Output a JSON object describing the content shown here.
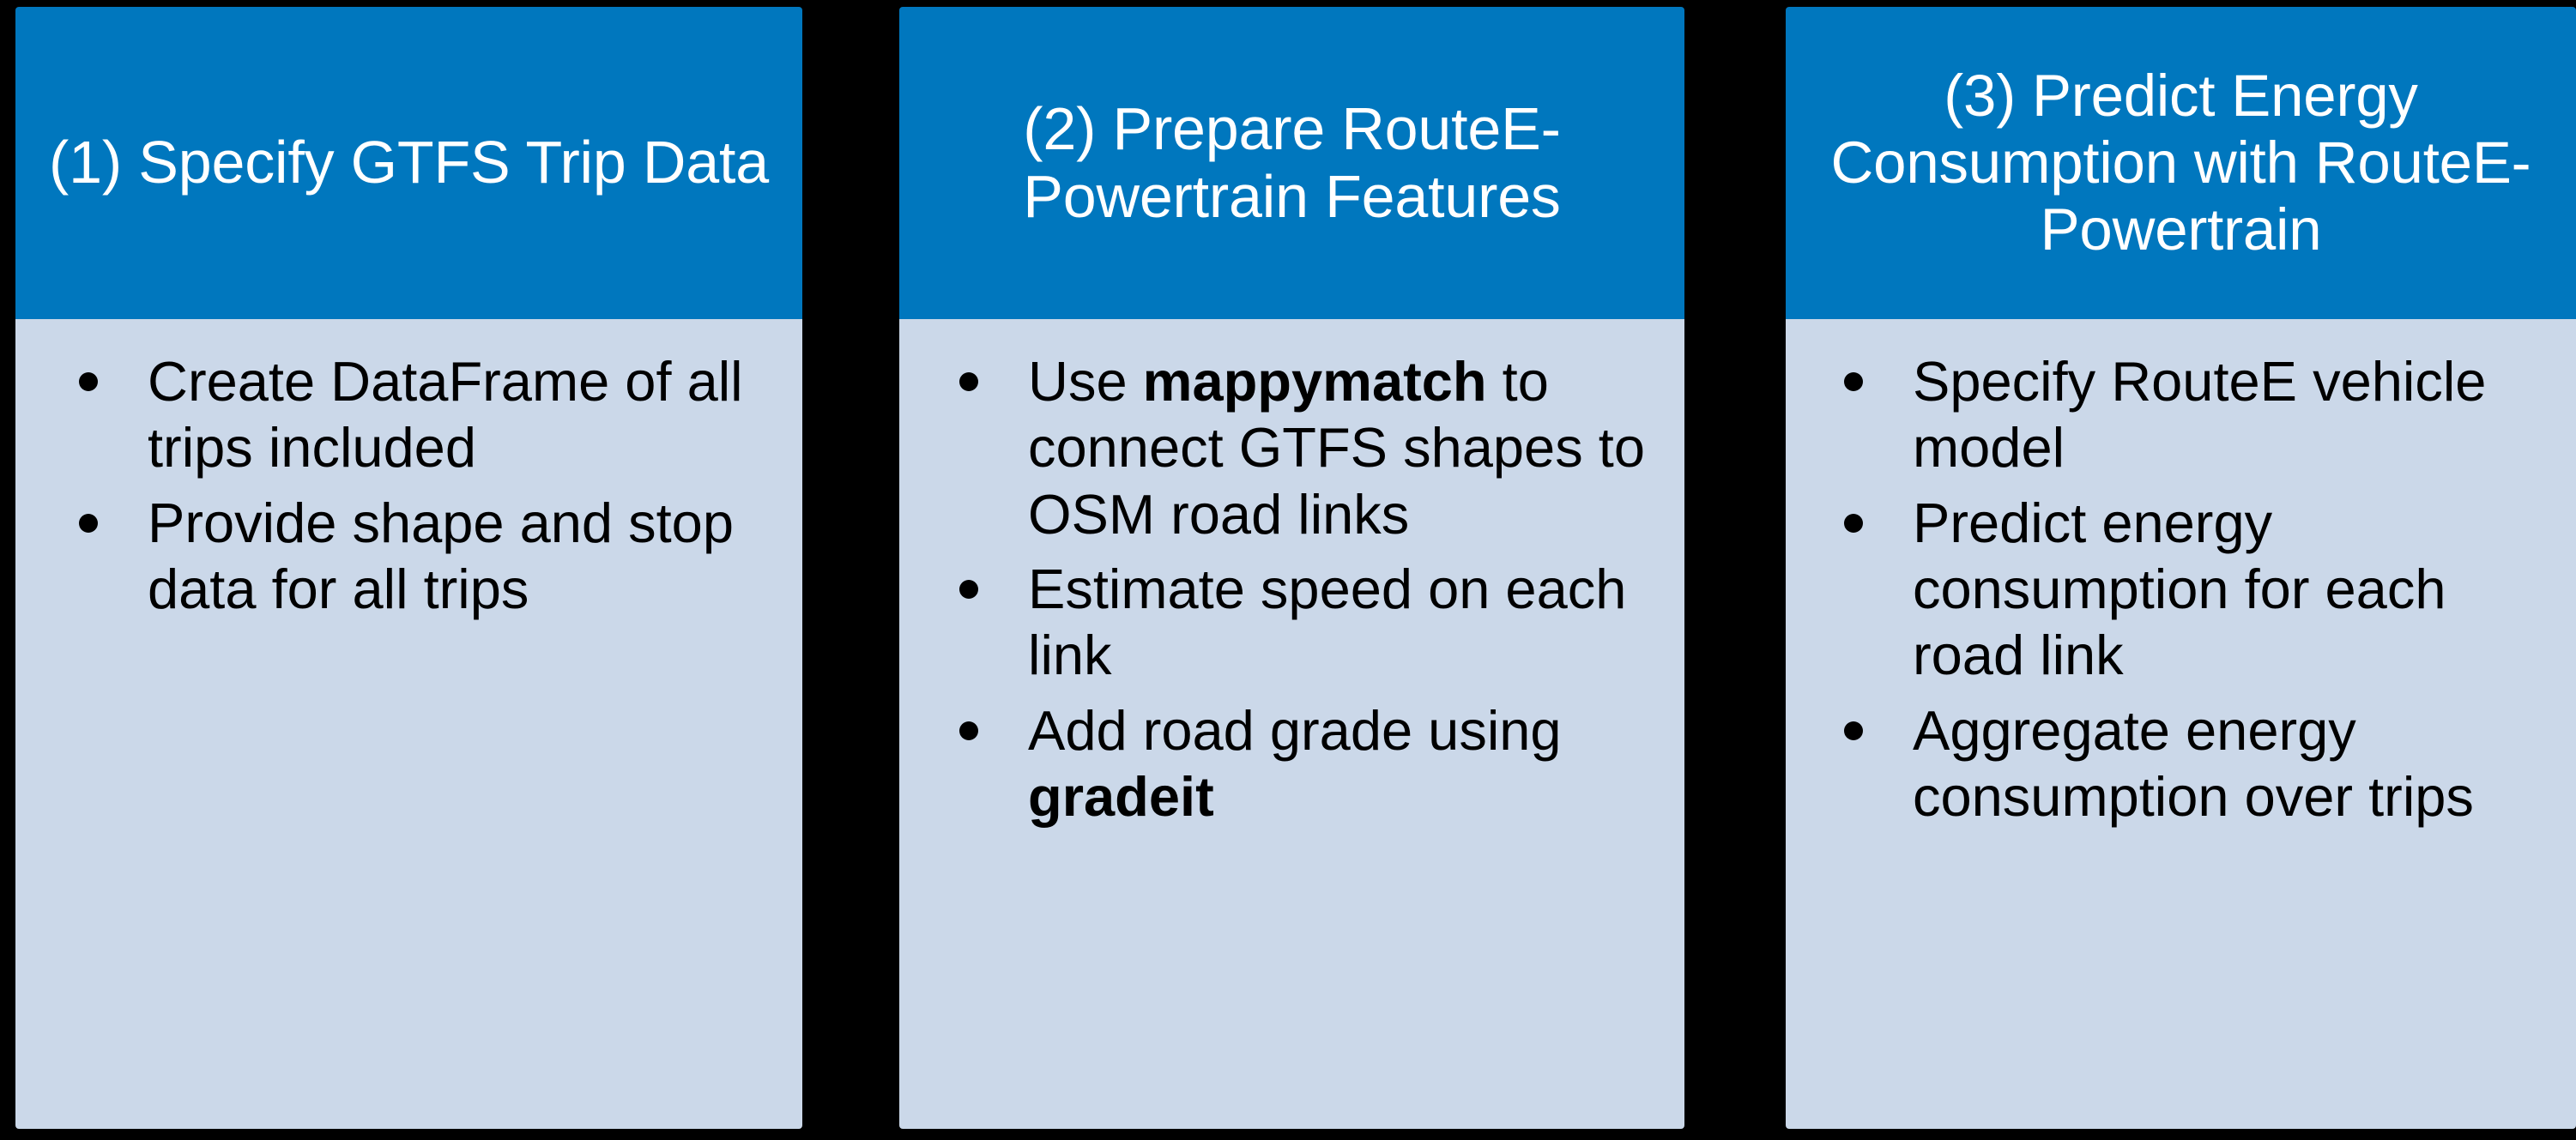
{
  "colors": {
    "background": "#000000",
    "header_blue": "#0077be",
    "body_light_blue": "#cbd8e9",
    "header_text": "#ffffff",
    "body_text": "#000000"
  },
  "columns": [
    {
      "id": "specify-gtfs-trip-data",
      "title": "(1) Specify GTFS Trip Data",
      "bullets": [
        {
          "prefix": "Create DataFrame of all trips included",
          "strong": "",
          "suffix": ""
        },
        {
          "prefix": "Provide shape and stop data for all trips",
          "strong": "",
          "suffix": ""
        }
      ]
    },
    {
      "id": "prepare-routee-powertrain-features",
      "title": "(2) Prepare RouteE-Powertrain Features",
      "bullets": [
        {
          "prefix": "Use ",
          "strong": "mappymatch",
          "suffix": " to connect GTFS shapes to OSM road links"
        },
        {
          "prefix": "Estimate speed on each link",
          "strong": "",
          "suffix": ""
        },
        {
          "prefix": "Add road grade using ",
          "strong": "gradeit",
          "suffix": ""
        }
      ]
    },
    {
      "id": "predict-energy-consumption-with-routee-powertrain",
      "title": "(3) Predict Energy Consumption with RouteE-Powertrain",
      "bullets": [
        {
          "prefix": "Specify RouteE vehicle model",
          "strong": "",
          "suffix": ""
        },
        {
          "prefix": "Predict energy consumption for each road link",
          "strong": "",
          "suffix": ""
        },
        {
          "prefix": "Aggregate energy consumption over trips",
          "strong": "",
          "suffix": ""
        }
      ]
    }
  ]
}
